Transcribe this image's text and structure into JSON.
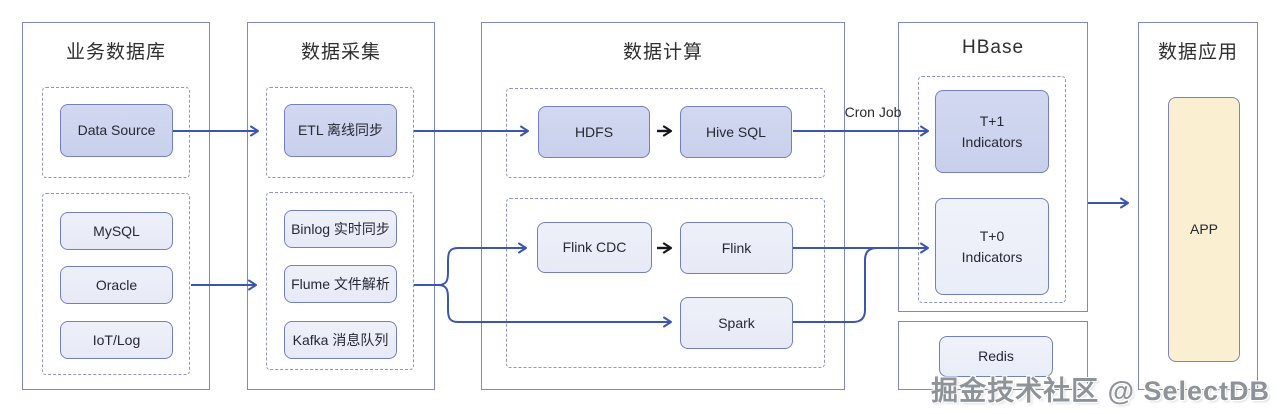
{
  "watermark": "掘金技术社区 @ SelectDB",
  "columns": {
    "business_db": {
      "title": "业务数据库"
    },
    "collection": {
      "title": "数据采集"
    },
    "computing": {
      "title": "数据计算"
    },
    "hbase": {
      "title": "HBase"
    },
    "application": {
      "title": "数据应用"
    }
  },
  "nodes": {
    "data_source": "Data Source",
    "mysql": "MySQL",
    "oracle": "Oracle",
    "iot_log": "IoT/Log",
    "etl": "ETL 离线同步",
    "binlog": "Binlog 实时同步",
    "flume": "Flume 文件解析",
    "kafka": "Kafka 消息队列",
    "hdfs": "HDFS",
    "hive_sql": "Hive SQL",
    "flink_cdc": "Flink CDC",
    "flink": "Flink",
    "spark": "Spark",
    "t1": {
      "line1": "T+1",
      "line2": "Indicators"
    },
    "t0": {
      "line1": "T+0",
      "line2": "Indicators"
    },
    "redis": "Redis",
    "app": "APP"
  },
  "annotations": {
    "cron_job": "Cron Job"
  },
  "edges": [
    {
      "from": "Data Source",
      "to": "ETL 离线同步",
      "style": "blue"
    },
    {
      "from": "MySQL/Oracle/IoT group",
      "to": "Flume 文件解析",
      "style": "blue"
    },
    {
      "from": "数据采集 offline group",
      "to": "HDFS",
      "style": "blue"
    },
    {
      "from": "HDFS",
      "to": "Hive SQL",
      "style": "black"
    },
    {
      "from": "数据采集 realtime group",
      "to": "Flink CDC",
      "style": "blue"
    },
    {
      "from": "数据采集 realtime group",
      "to": "Spark",
      "style": "blue"
    },
    {
      "from": "Flink CDC",
      "to": "Flink",
      "style": "black"
    },
    {
      "from": "Hive SQL",
      "to": "T+1 Indicators",
      "style": "blue",
      "label": "Cron Job"
    },
    {
      "from": "Flink",
      "to": "T+0 Indicators",
      "style": "blue"
    },
    {
      "from": "Spark",
      "to": "T+0 Indicators",
      "style": "blue"
    },
    {
      "from": "HBase",
      "to": "APP",
      "style": "blue"
    }
  ],
  "colors": {
    "arrow_blue": "#3c55ae",
    "arrow_black": "#15151a",
    "node_dark_fill": "#ccd3ee",
    "node_light_fill": "#e9ecf8",
    "app_fill": "#faf0d1",
    "border": "#7e88c4"
  }
}
